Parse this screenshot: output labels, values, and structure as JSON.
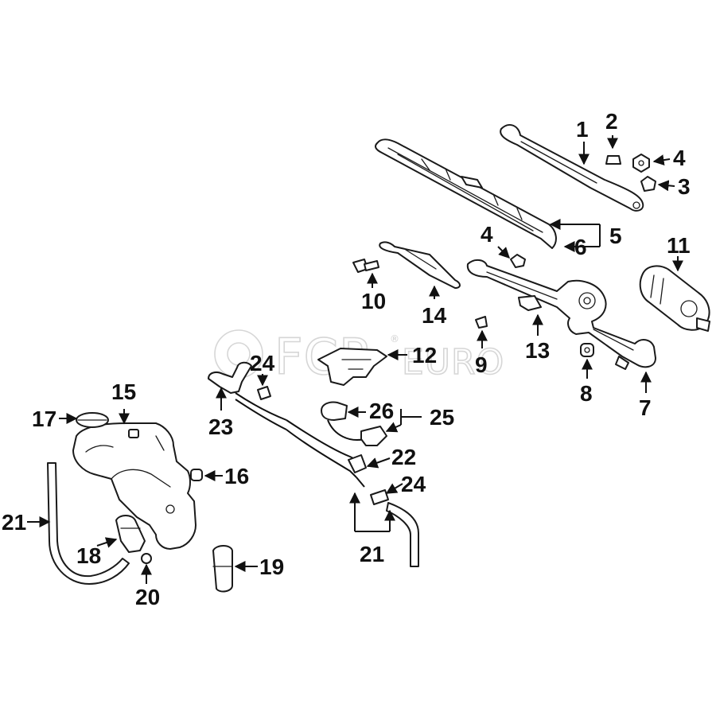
{
  "watermark": {
    "brand": "FCP",
    "sub": "EURO",
    "reg": "®"
  },
  "callouts": {
    "c1": "1",
    "c2": "2",
    "c3": "3",
    "c4a": "4",
    "c4b": "4",
    "c5": "5",
    "c6": "6",
    "c7": "7",
    "c8": "8",
    "c9": "9",
    "c10": "10",
    "c11": "11",
    "c12": "12",
    "c13": "13",
    "c14": "14",
    "c15": "15",
    "c16": "16",
    "c17": "17",
    "c18": "18",
    "c19": "19",
    "c20": "20",
    "c21a": "21",
    "c21b": "21",
    "c22": "22",
    "c23": "23",
    "c24a": "24",
    "c24b": "24",
    "c25": "25",
    "c26": "26"
  },
  "colors": {
    "line": "#1a1a1a",
    "watermark": "#d6d6d6",
    "background": "#ffffff"
  }
}
